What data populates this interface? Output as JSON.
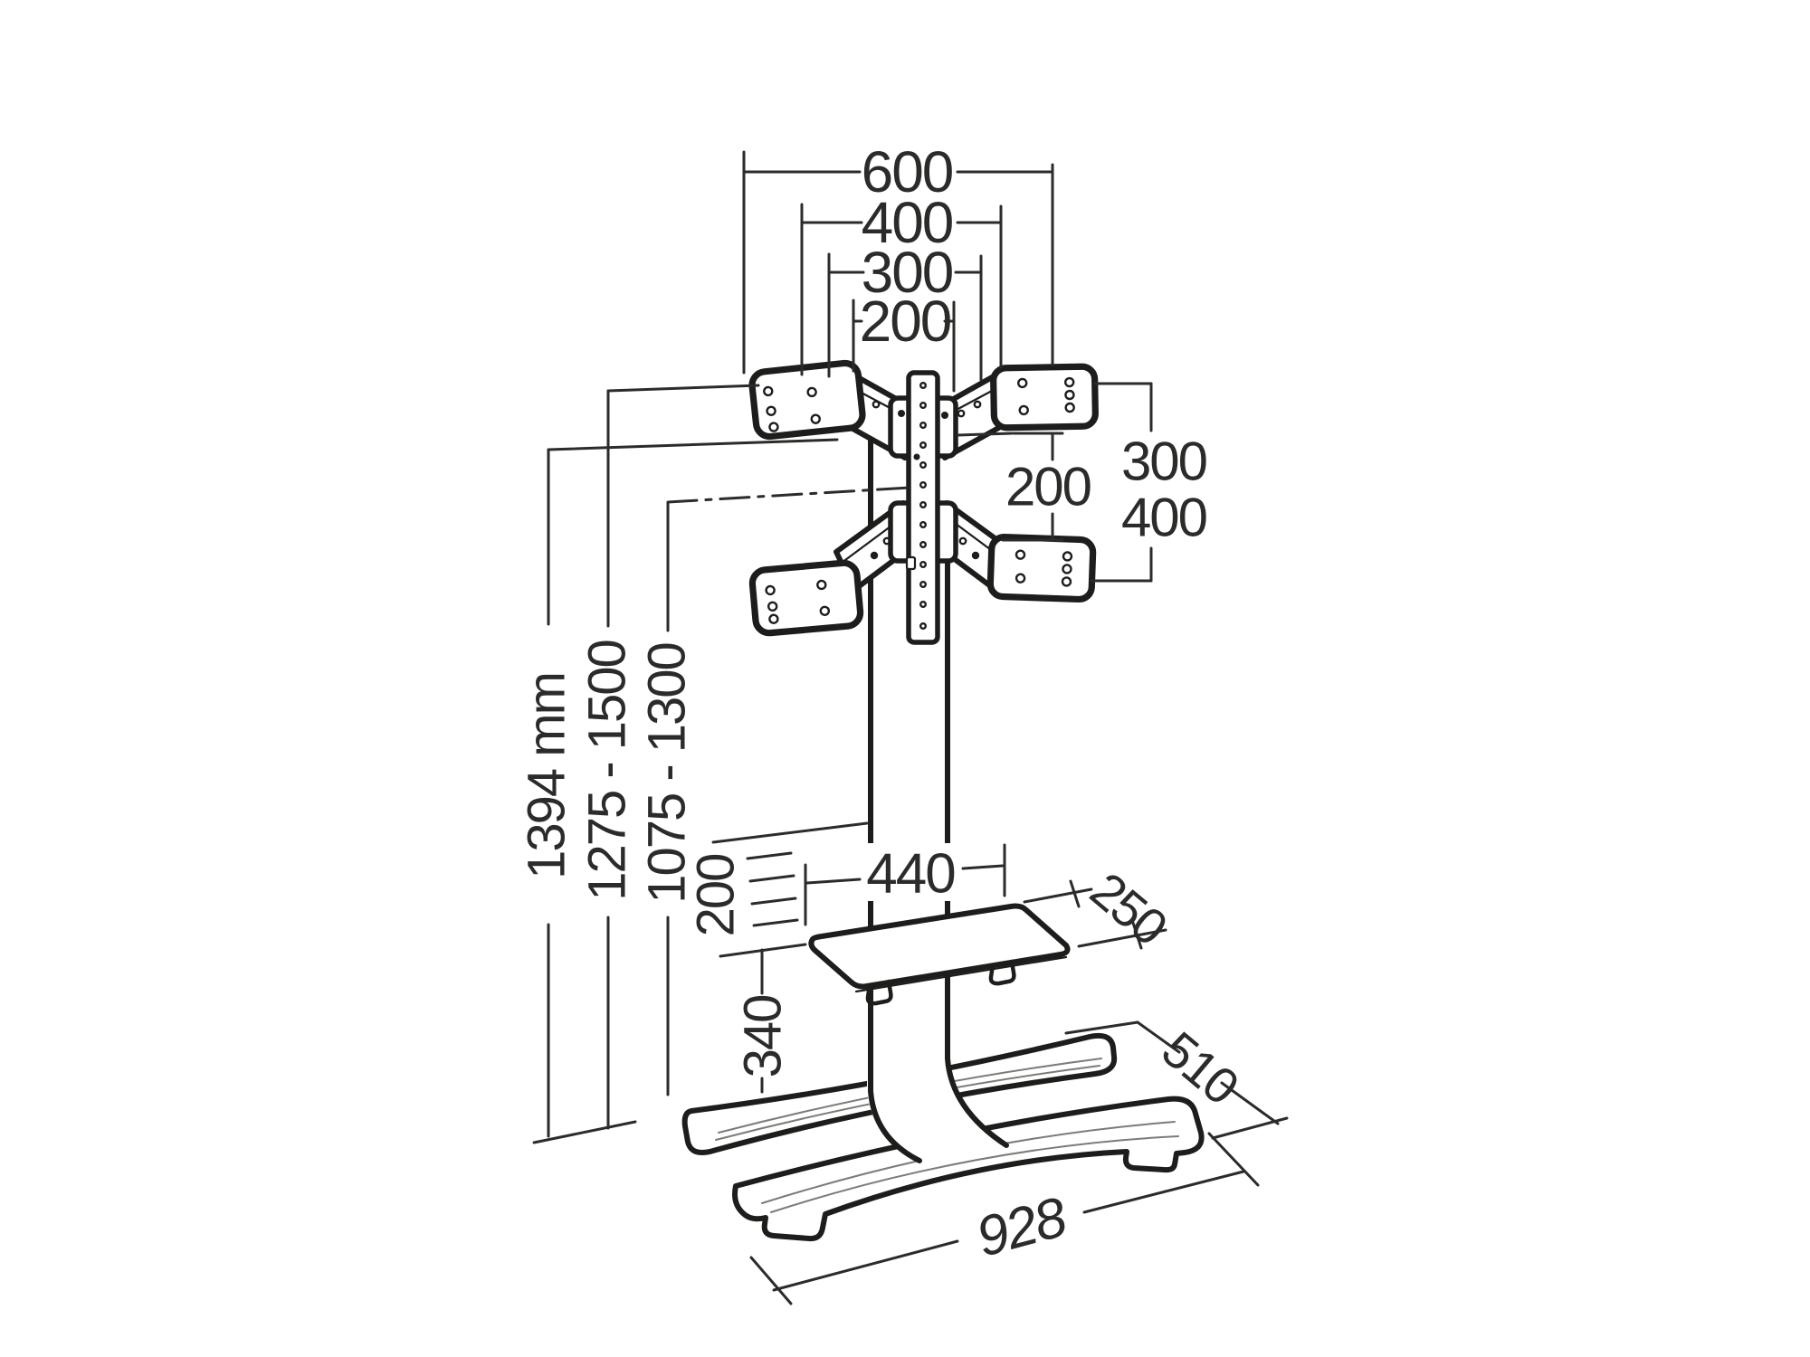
{
  "diagram_title": "TV floor stand dimensional line drawing",
  "colors": {
    "line": "#1d1d1b",
    "text": "#2b2b2a",
    "background": "#ffffff"
  },
  "dims": {
    "top_width_600": "600",
    "top_width_400": "400",
    "top_width_300": "300",
    "top_width_200": "200",
    "right_height_200": "200",
    "right_height_300": "300",
    "right_height_400": "400",
    "height_total": "1394 mm",
    "height_range_upper": "1275 - 1500",
    "height_range_center": "1075 - 1300",
    "shelf_width_440": "440",
    "shelf_depth_250": "250",
    "shelf_adjust_200": "200",
    "shelf_to_base_340": "340",
    "base_depth_510": "510",
    "base_width_928": "928"
  }
}
